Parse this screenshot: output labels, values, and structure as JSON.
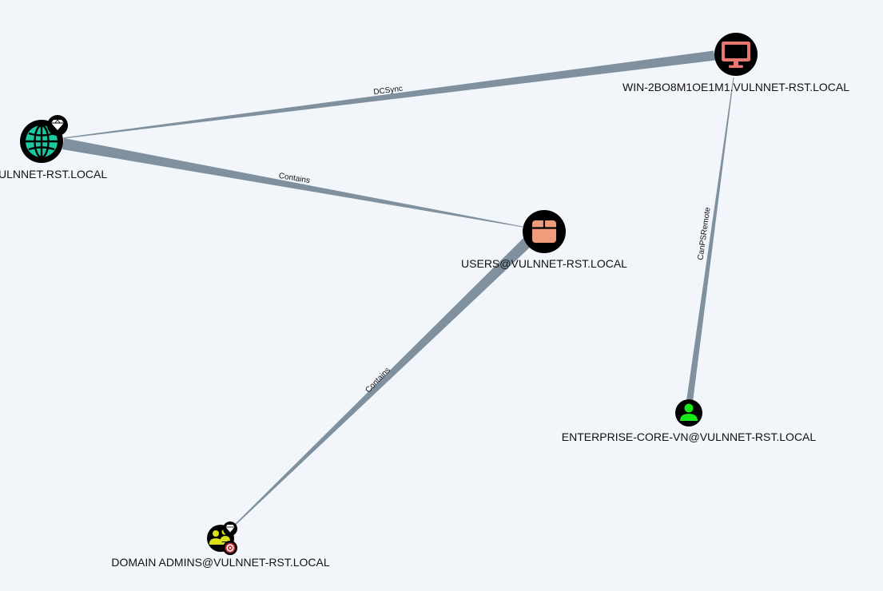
{
  "graph": {
    "nodes": {
      "domain": {
        "label": "ULNNET-RST.LOCAL",
        "type": "domain",
        "icon": "globe-icon",
        "badge": "gem-icon",
        "color": "#19c9a0"
      },
      "computer": {
        "label": "WIN-2BO8M1OE1M1.VULNNET-RST.LOCAL",
        "type": "computer",
        "icon": "monitor-icon",
        "color": "#e8776f"
      },
      "users_group": {
        "label": "USERS@VULNNET-RST.LOCAL",
        "type": "group",
        "icon": "box-icon",
        "color": "#f29a7c"
      },
      "user": {
        "label": "ENTERPRISE-CORE-VN@VULNNET-RST.LOCAL",
        "type": "user",
        "icon": "user-icon",
        "color": "#17e817"
      },
      "domain_admins": {
        "label": "DOMAIN ADMINS@VULNNET-RST.LOCAL",
        "type": "group",
        "icon": "group-icon",
        "badges": [
          "gem-icon",
          "target-icon"
        ],
        "color": "#d8e01a"
      }
    },
    "edges": {
      "dcsync": {
        "label": "DCSync",
        "from": "computer",
        "to": "domain"
      },
      "contains_users": {
        "label": "Contains",
        "from": "domain",
        "to": "users_group"
      },
      "contains_admins": {
        "label": "Contains",
        "from": "users_group",
        "to": "domain_admins"
      },
      "canpsremote": {
        "label": "CanPSRemote",
        "from": "user",
        "to": "computer"
      }
    },
    "edge_color": "#7f909e",
    "background": "#f2f6fa"
  }
}
